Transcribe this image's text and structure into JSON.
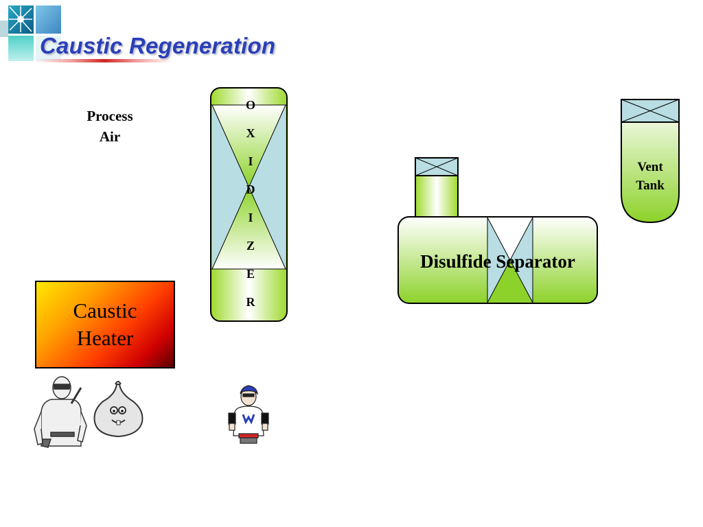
{
  "header": {
    "title": "Caustic Regeneration"
  },
  "diagram": {
    "process_air": {
      "line1": "Process",
      "line2": "Air"
    },
    "heater": {
      "line1": "Caustic",
      "line2": "Heater"
    },
    "oxidizer": {
      "letters": [
        "O",
        "X",
        "I",
        "D",
        "I",
        "Z",
        "E",
        "R"
      ]
    },
    "separator": {
      "label": "Disulfide Separator"
    },
    "vent_tank": {
      "line1": "Vent",
      "line2": "Tank"
    }
  },
  "colors": {
    "title_blue": "#2a3fb8",
    "vessel_green": "#8dd22a",
    "packing_blue": "#b8dde2",
    "heater_yellow": "#ffe800",
    "heater_red": "#d00000",
    "underline_red": "#d12525"
  },
  "icons": [
    "logo-icon",
    "ninja-hero-icon",
    "garlic-character-icon",
    "super-hero-icon"
  ]
}
